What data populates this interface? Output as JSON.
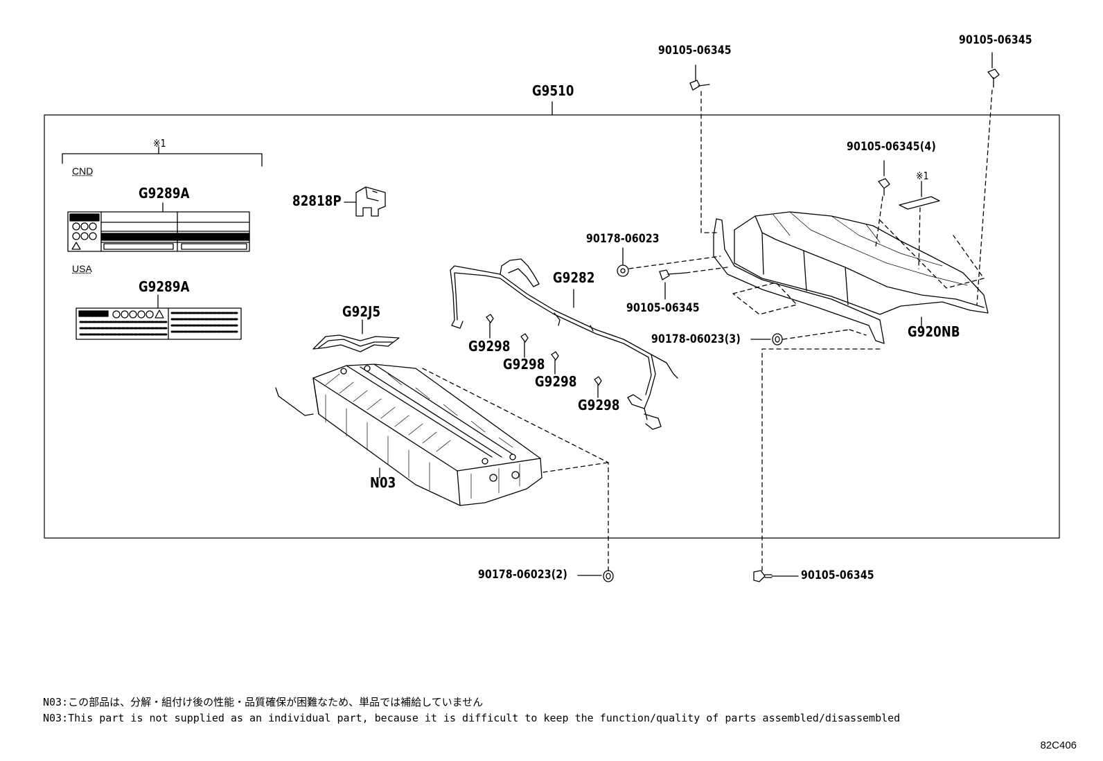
{
  "parts": {
    "assembly": "G9510",
    "bolt_top": "90105-06345",
    "bolt_top_right": "90105-06345",
    "bolt_cover": "90105-06345(4)",
    "mark_top": "※1",
    "mark_cover": "※1",
    "region_cnd": "CND",
    "label_cnd": "G9289A",
    "region_usa": "USA",
    "label_usa": "G9289A",
    "bracket": "82818P",
    "nut_a": "90178-06023",
    "wire": "G9282",
    "bolt_mid": "90105-06345",
    "nut_b": "90178-06023(3)",
    "cover": "G920NB",
    "gasket": "G92J5",
    "clip_1": "G9298",
    "clip_2": "G9298",
    "clip_3": "G9298",
    "clip_4": "G9298",
    "battery": "N03",
    "nut_bottom": "90178-06023(2)",
    "bolt_bottom": "90105-06345"
  },
  "notes": {
    "jp": "N03:この部品は、分解・組付け後の性能・品質確保が困難なため、単品では補給していません",
    "en": "N03:This part is not supplied as an individual part, because it is difficult to keep the function/quality of parts assembled/disassembled"
  },
  "diagram_code": "82C406"
}
